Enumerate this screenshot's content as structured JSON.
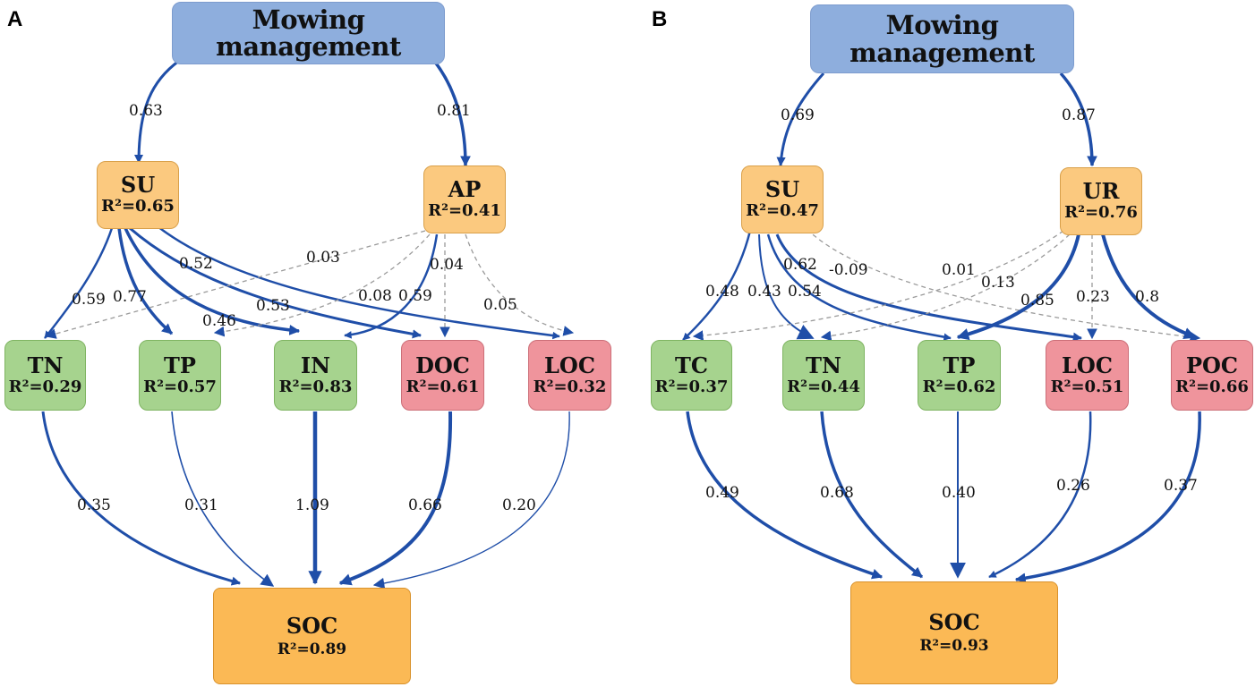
{
  "panel_a": {
    "label": "A",
    "top": "Mowing management",
    "su": {
      "name": "SU",
      "r2": "R²=0.65"
    },
    "ap": {
      "name": "AP",
      "r2": "R²=0.41"
    },
    "tn": {
      "name": "TN",
      "r2": "R²=0.29"
    },
    "tp": {
      "name": "TP",
      "r2": "R²=0.57"
    },
    "in": {
      "name": "IN",
      "r2": "R²=0.83"
    },
    "doc": {
      "name": "DOC",
      "r2": "R²=0.61"
    },
    "loc": {
      "name": "LOC",
      "r2": "R²=0.32"
    },
    "soc": {
      "name": "SOC",
      "r2": "R²=0.89"
    },
    "paths": {
      "mow_su": "0.63",
      "mow_ap": "0.81",
      "su_tn": "0.59",
      "su_tp": "0.77",
      "su_in": "0.46",
      "su_doc": "0.53",
      "su_loc": "0.52",
      "ap_tn": "0.03",
      "ap_tp": "0.08",
      "ap_in": "0.59",
      "ap_doc": "0.04",
      "ap_loc": "0.05",
      "tn_soc": "0.35",
      "tp_soc": "0.31",
      "in_soc": "1.09",
      "doc_soc": "0.66",
      "loc_soc": "0.20"
    }
  },
  "panel_b": {
    "label": "B",
    "top": "Mowing management",
    "su": {
      "name": "SU",
      "r2": "R²=0.47"
    },
    "ur": {
      "name": "UR",
      "r2": "R²=0.76"
    },
    "tc": {
      "name": "TC",
      "r2": "R²=0.37"
    },
    "tn": {
      "name": "TN",
      "r2": "R²=0.44"
    },
    "tp": {
      "name": "TP",
      "r2": "R²=0.62"
    },
    "loc": {
      "name": "LOC",
      "r2": "R²=0.51"
    },
    "poc": {
      "name": "POC",
      "r2": "R²=0.66"
    },
    "soc": {
      "name": "SOC",
      "r2": "R²=0.93"
    },
    "paths": {
      "mow_su": "0.69",
      "mow_ur": "0.87",
      "su_tc": "0.48",
      "su_tn": "0.43",
      "su_tp": "0.54",
      "su_loc": "0.62",
      "su_poc": "-0.09",
      "ur_tc": "0.01",
      "ur_tn": "0.13",
      "ur_tp": "0.85",
      "ur_loc": "0.23",
      "ur_poc": "0.8",
      "tc_soc": "0.49",
      "tn_soc": "0.68",
      "tp_soc": "0.40",
      "loc_soc": "0.26",
      "poc_soc": "0.37"
    }
  },
  "colors": {
    "arrow": "#1f4ea8",
    "dashed": "#9a9a9a",
    "top_box": "#8eaedd",
    "mediator_box": "#fbc97f",
    "nutrient_box": "#a6d38e",
    "carbon_box": "#ef949c",
    "soc_box": "#fbb955"
  }
}
